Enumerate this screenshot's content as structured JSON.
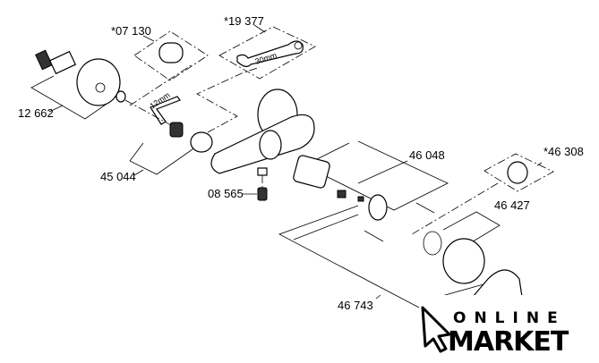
{
  "diagram": {
    "part_labels": {
      "p07130": "*07 130",
      "p19377": "*19 377",
      "p12662": "12 662",
      "p45044": "45 044",
      "p08565": "08 565",
      "p46048": "46 048",
      "p46308": "*46 308",
      "p46427": "46 427",
      "p46743": "46 743"
    },
    "dimensions": {
      "wrench": "30mm",
      "hex_key": "12mm"
    }
  },
  "logo": {
    "line1": "ONLINE",
    "line2": "MARKET"
  }
}
